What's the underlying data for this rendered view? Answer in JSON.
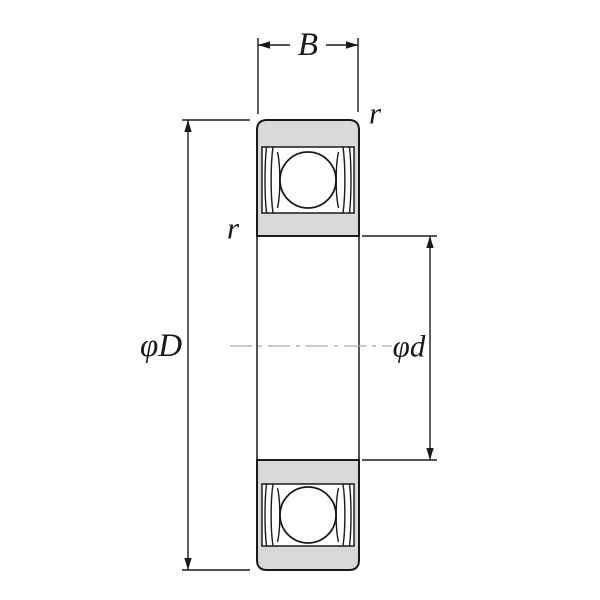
{
  "diagram": {
    "title": "ball-bearing-cross-section-dimension-drawing",
    "labels": {
      "width_label": "B",
      "outer_diameter_label": "φD",
      "bore_diameter_label": "φd",
      "radius_label_outer": "r",
      "radius_label_inner": "r"
    },
    "colors": {
      "line_color": "#1a1a1a",
      "ring_fill": "#d9d9d9",
      "centerline_color": "#aaaaaa",
      "background": "#ffffff"
    }
  }
}
